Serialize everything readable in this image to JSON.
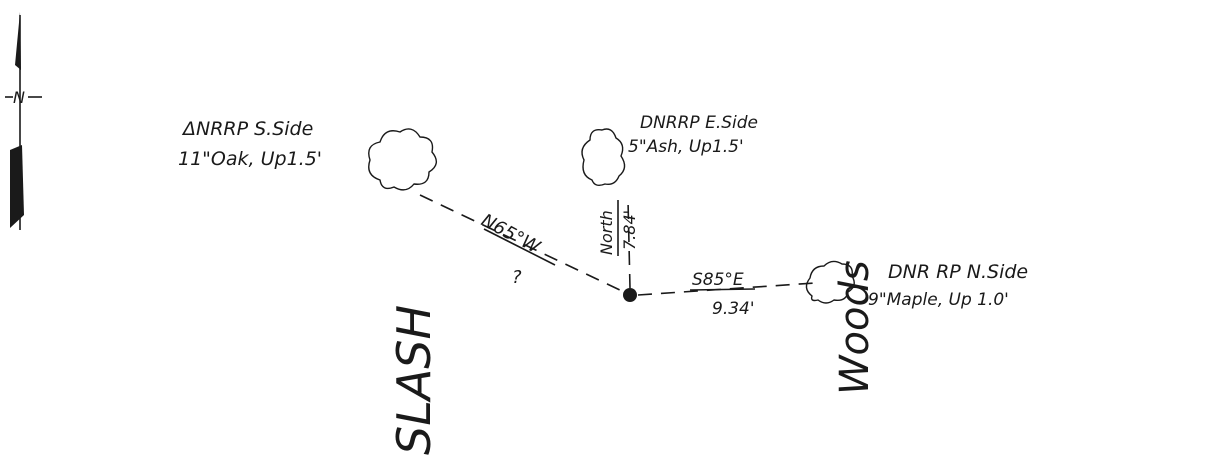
{
  "north_arrow": {
    "label": "N"
  },
  "reference_points": [
    {
      "title": "ΔNRRP S.Side",
      "detail": "11\"Oak, Up1.5'"
    },
    {
      "title": "DNRRP E.Side",
      "detail": "5\"Ash, Up1.5'"
    },
    {
      "title": "DNR RP N.Side",
      "detail": "9\"Maple, Up 1.0'"
    }
  ],
  "ties": [
    {
      "bearing": "N65°W",
      "distance": "?"
    },
    {
      "bearing": "North",
      "distance": "7.84'"
    },
    {
      "bearing": "S85°E",
      "distance": "9.34'"
    }
  ],
  "area_labels": {
    "slash": "SLASH",
    "woods": "Woods"
  }
}
